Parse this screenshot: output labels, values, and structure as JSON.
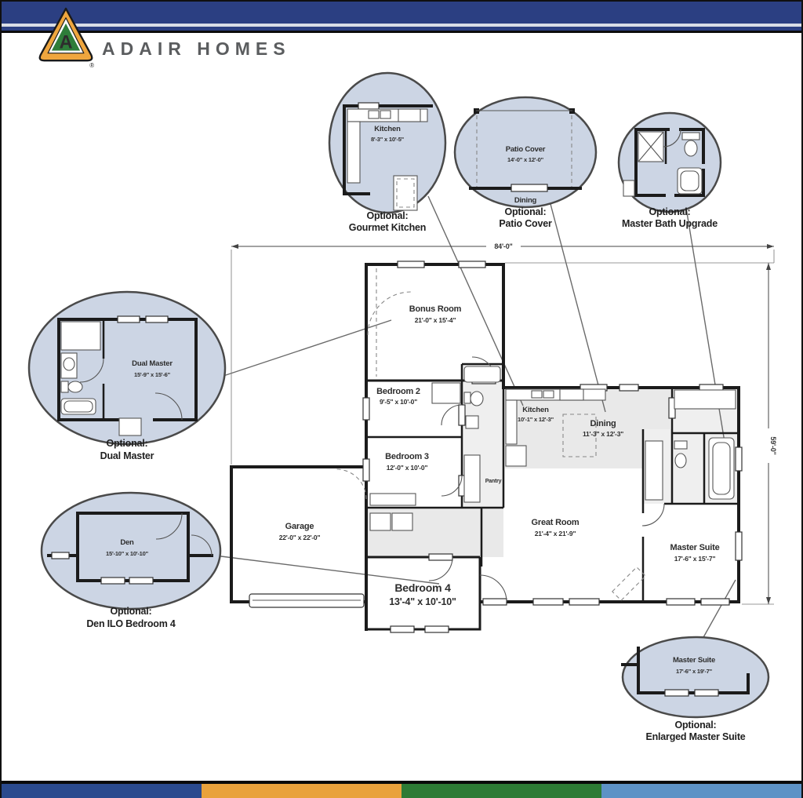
{
  "header": {
    "brand": "ADAIR HOMES",
    "logo_letter": "A",
    "registered_mark": "®"
  },
  "colors": {
    "header_navy": "#2b3f82",
    "bubble_fill": "#ccd5e4",
    "wall": "#1b1b1b",
    "footer_navy": "#2a4a8e",
    "footer_orange": "#e9a23c",
    "footer_green": "#2d7b35",
    "footer_blue": "#5d92c6"
  },
  "dimensions": {
    "width": "84'-0\"",
    "depth": "59'-0\""
  },
  "rooms": {
    "bonus": {
      "name": "Bonus Room",
      "dims": "21'-0\" x 15'-4\""
    },
    "bedroom2": {
      "name": "Bedroom 2",
      "dims": "9'-5\" x 10'-0\""
    },
    "bedroom3": {
      "name": "Bedroom 3",
      "dims": "12'-0\" x 10'-0\""
    },
    "garage": {
      "name": "Garage",
      "dims": "22'-0\" x 22'-0\""
    },
    "bedroom4": {
      "name": "Bedroom 4",
      "dims": "13'-4\" x 10'-10\""
    },
    "kitchen": {
      "name": "Kitchen",
      "dims": "10'-1\" x 12'-3\""
    },
    "dining": {
      "name": "Dining",
      "dims": "11'-3\" x 12'-3\""
    },
    "great_room": {
      "name": "Great Room",
      "dims": "21'-4\" x 21'-9\""
    },
    "master": {
      "name": "Master Suite",
      "dims": "17'-6\" x 15'-7\""
    },
    "pantry": {
      "name": "Pantry"
    }
  },
  "options": {
    "gourmet_kitchen": {
      "caption1": "Optional:",
      "caption2": "Gourmet Kitchen",
      "room": "Kitchen",
      "dims": "8'-3\" x 10'-5\""
    },
    "patio_cover": {
      "caption1": "Optional:",
      "caption2": "Patio Cover",
      "room": "Patio Cover",
      "dims": "14'-0\" x 12'-0\"",
      "adjacent_room": "Dining"
    },
    "master_bath": {
      "caption1": "Optional:",
      "caption2": "Master Bath Upgrade"
    },
    "dual_master": {
      "caption1": "Optional:",
      "caption2": "Dual Master",
      "room": "Dual Master",
      "dims": "15'-9\" x 15'-6\""
    },
    "den": {
      "caption1": "Optional:",
      "caption2": "Den ILO Bedroom 4",
      "room": "Den",
      "dims": "15'-10\" x 10'-10\""
    },
    "enlarged_master": {
      "caption1": "Optional:",
      "caption2": "Enlarged Master Suite",
      "room": "Master Suite",
      "dims": "17'-6\" x 19'-7\""
    }
  },
  "footer": {
    "segments": [
      {
        "style": "background:#2a4a8e"
      },
      {
        "style": "background:#e9a23c"
      },
      {
        "style": "background:#2d7b35"
      },
      {
        "style": "background:#5d92c6"
      }
    ]
  }
}
